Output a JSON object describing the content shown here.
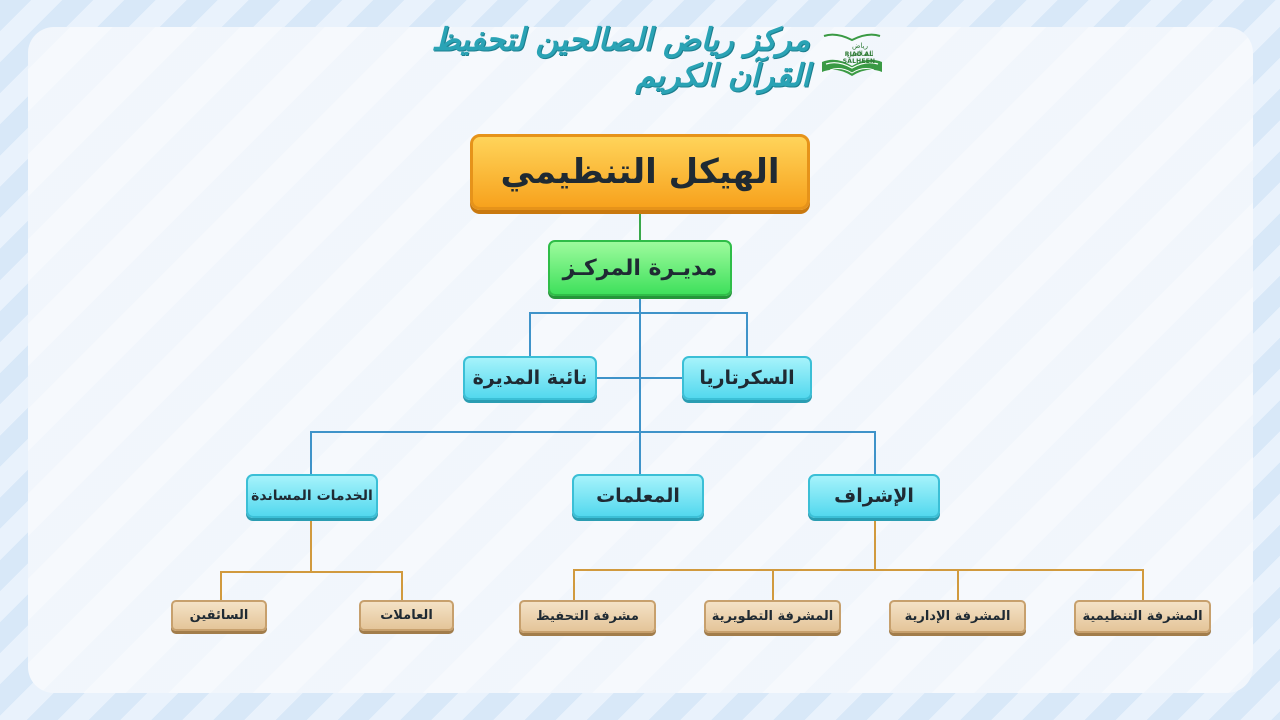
{
  "header": {
    "center_name": "مركز رياض الصالحين لتحفيظ القرآن الكريم",
    "logo_arabic": "رياض الصالحين",
    "logo_english": "RIAD AL SALHEEN",
    "logo_icon": "open-quran-book-icon"
  },
  "chart": {
    "title": "الهيكل التنظيمي",
    "director": "مديـرة المركـز",
    "deputy": "نائبة المديرة",
    "secretary": "السكرتاريا",
    "departments": {
      "support_services": "الخدمات المساندة",
      "teachers": "المعلمات",
      "supervision": "الإشراف"
    },
    "support_staff": {
      "drivers": "السائقين",
      "workers": "العاملات"
    },
    "supervisors": {
      "memorization": "مشرفة التحفيظ",
      "development": "المشرفة التطويرية",
      "administrative": "المشرفة الإدارية",
      "organizational": "المشرفة التنظيمية"
    }
  },
  "colors": {
    "title_box": "#f7a21d",
    "director_box": "#3fe05c",
    "level_box": "#53d8ee",
    "staff_box": "#e4c599",
    "connector_blue": "#3f93c9",
    "connector_gold": "#d19a3e"
  }
}
